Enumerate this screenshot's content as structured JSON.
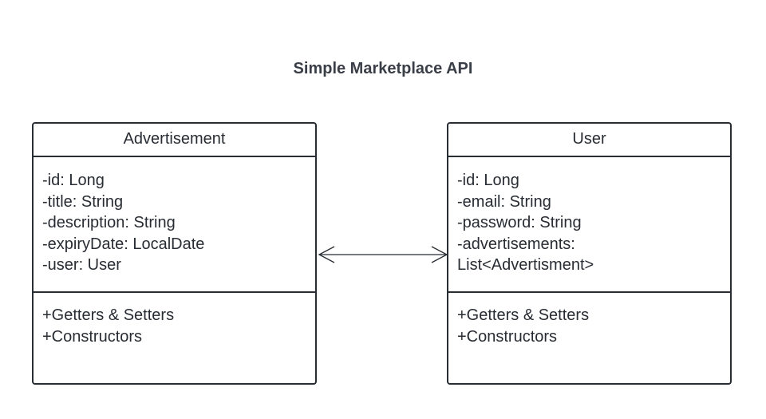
{
  "diagram": {
    "title": "Simple Marketplace API",
    "classes": [
      {
        "name": "Advertisement",
        "attributes": [
          "-id: Long",
          "-title: String",
          "-description: String",
          "-expiryDate: LocalDate",
          "-user: User"
        ],
        "methods": [
          "+Getters & Setters",
          "+Constructors"
        ]
      },
      {
        "name": "User",
        "attributes": [
          "-id: Long",
          "-email: String",
          "-password: String",
          "-advertisements:",
          "List<Advertisment>"
        ],
        "methods": [
          "+Getters & Setters",
          "+Constructors"
        ]
      }
    ],
    "association": {
      "from": "Advertisement",
      "to": "User",
      "arrowheads": "both",
      "line_color": "#282c33"
    }
  }
}
